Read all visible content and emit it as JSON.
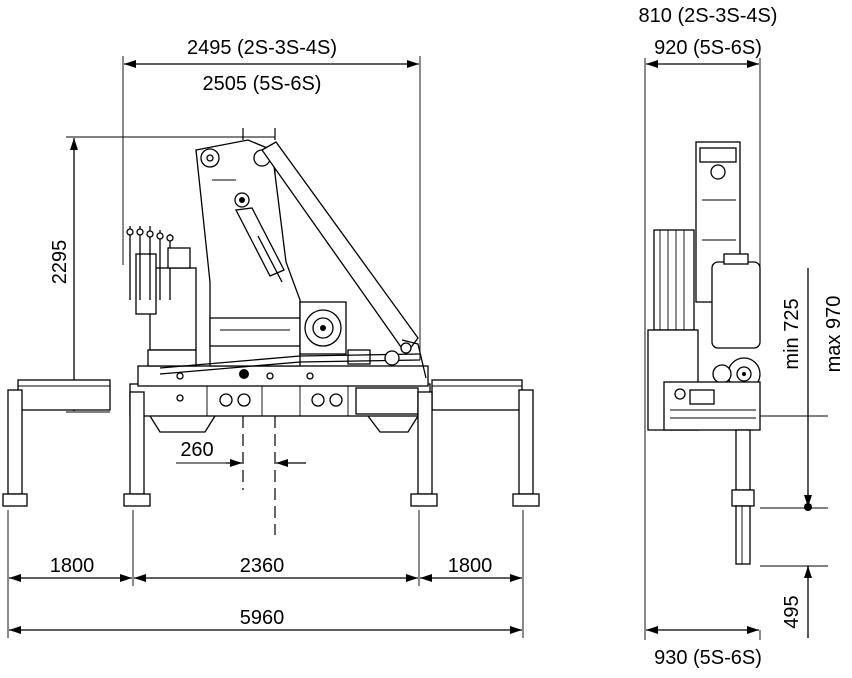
{
  "dimensions": {
    "width_2_4s": "2495 (2S-3S-4S)",
    "width_5_6s": "2505 (5S-6S)",
    "height": "2295",
    "offset": "260",
    "left_ext": "1800",
    "center_span": "2360",
    "right_ext": "1800",
    "total_span": "5960",
    "side_top_2_4s": "810 (2S-3S-4S)",
    "side_top_5_6s": "920 (5S-6S)",
    "min_height": "min 725",
    "max_height": "max 970",
    "stroke": "495",
    "side_bottom_5_6s": "930 (5S-6S)"
  }
}
